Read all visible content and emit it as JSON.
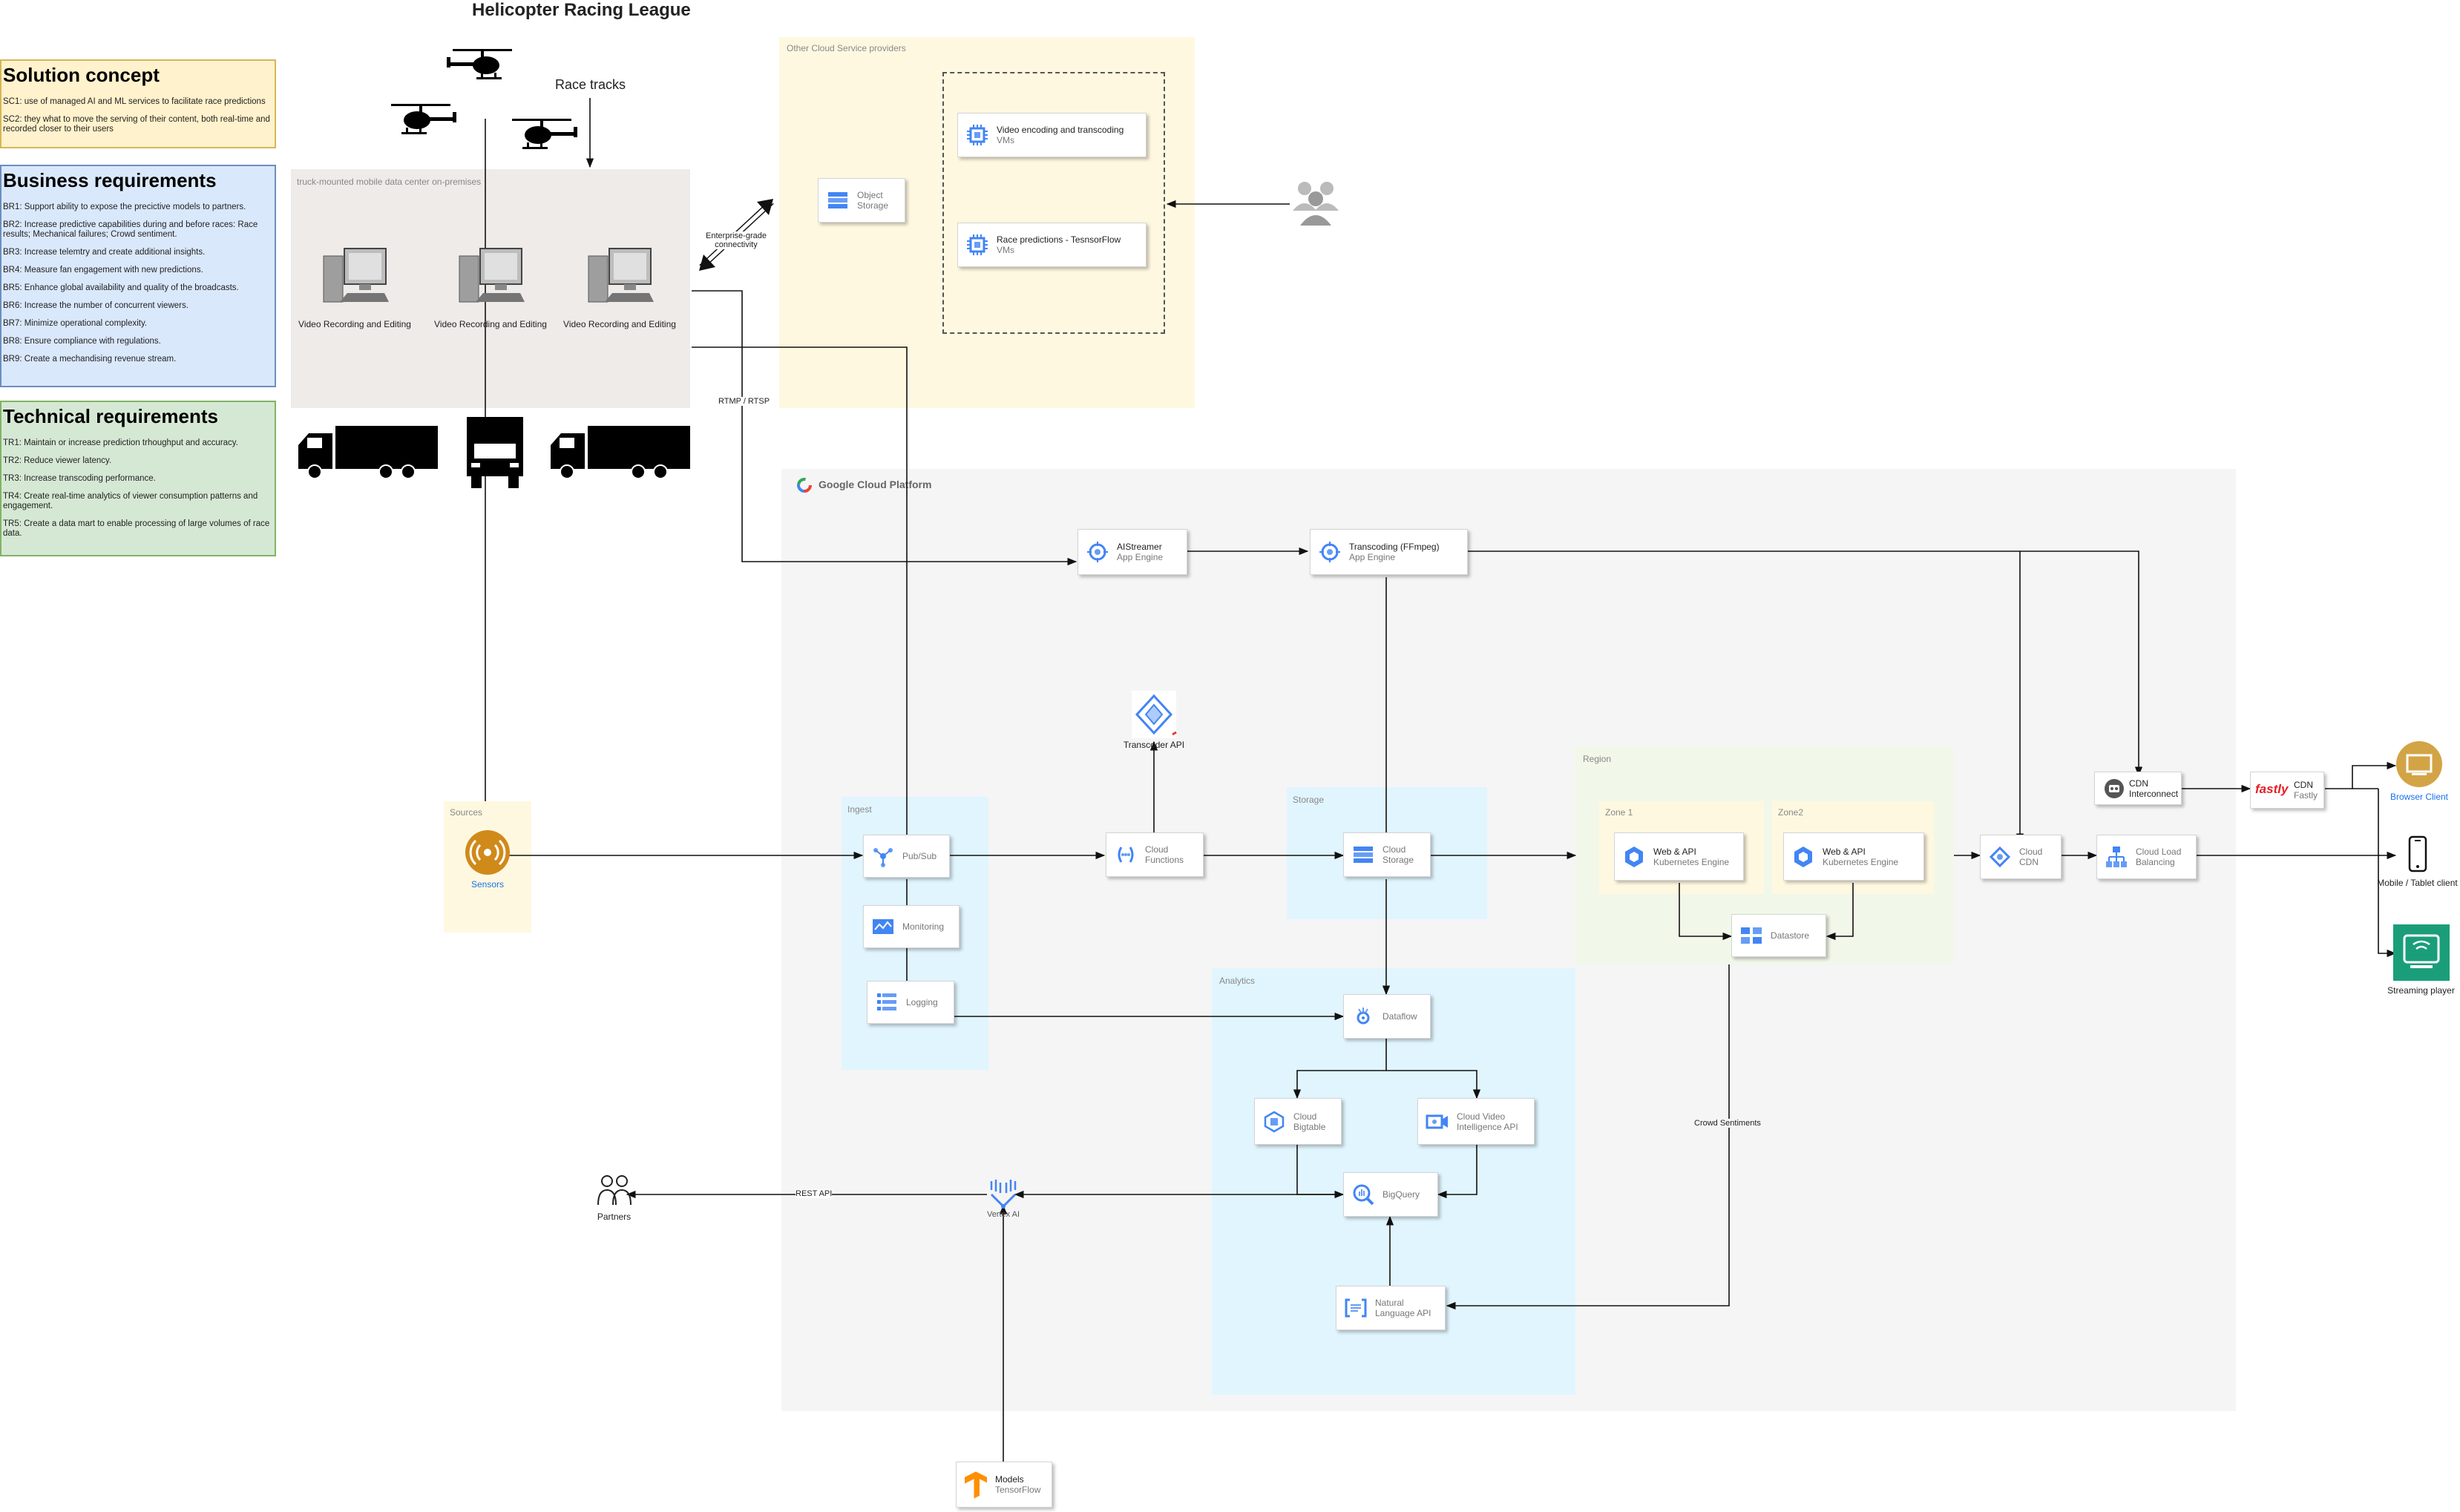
{
  "title": "Helicopter Racing League",
  "race_tracks": "Race tracks",
  "notes": {
    "solution": {
      "heading": "Solution concept",
      "items": [
        "SC1: use of managed AI and ML services to facilitate race predictions",
        "SC2: they what to move the serving of their content, both real-time and recorded closer to their users"
      ]
    },
    "business": {
      "heading": "Business requirements",
      "items": [
        "BR1: Support ability to expose the precictive models to partners.",
        "BR2: Increase predictive capabilities during and before races:  Race results; Mechanical failures; Crowd sentiment.",
        "BR3: Increase telemtry and create additional insights.",
        "BR4: Measure fan engagement with new predictions.",
        "BR5: Enhance global availability and quality of the broadcasts.",
        "BR6: Increase the number of concurrent viewers.",
        "BR7: Minimize operational complexity.",
        "BR8: Ensure compliance with regulations.",
        "BR9: Create a mechandising revenue stream."
      ]
    },
    "technical": {
      "heading": "Technical requirements",
      "items": [
        "TR1: Maintain or increase prediction trhoughput and accuracy.",
        "TR2: Reduce viewer latency.",
        "TR3: Increase transcoding performance.",
        "TR4: Create real-time analytics of viewer consumption patterns and engagement.",
        "TR5: Create a data mart to enable processing of large volumes of race data."
      ]
    }
  },
  "onprem": {
    "label": "truck-mounted mobile data center on-premises",
    "computers": [
      "Video Recording and Editing",
      "Video Recording and Editing",
      "Video Recording and Editing"
    ]
  },
  "links": {
    "enterprise": "Enterprise-grade connectivity",
    "rtmp": "RTMP / RTSP",
    "crowd": "Crowd Sentiments",
    "rest": "REST API"
  },
  "other_cloud": {
    "label": "Other Cloud Service providers",
    "object_storage": {
      "name": "Object",
      "sub": "Storage"
    },
    "encoding": {
      "name": "Video encoding and transcoding",
      "sub": "VMs"
    },
    "predictions": {
      "name": "Race predictions - TesnsorFlow",
      "sub": "VMs"
    }
  },
  "gcp": {
    "label": "Google Cloud Platform"
  },
  "sources": {
    "label": "Sources",
    "sensors": "Sensors"
  },
  "ingest": {
    "label": "Ingest",
    "pubsub": "Pub/Sub",
    "monitoring": "Monitoring",
    "logging": "Logging"
  },
  "storage": {
    "label": "Storage",
    "cloud_storage": {
      "name": "Cloud",
      "sub": "Storage"
    }
  },
  "analytics": {
    "label": "Analytics",
    "dataflow": "Dataflow",
    "bigtable": {
      "name": "Cloud",
      "sub": "Bigtable"
    },
    "video_intel": {
      "name": "Cloud Video",
      "sub": "Intelligence API"
    },
    "bigquery": "BigQuery",
    "nlp": {
      "name": "Natural",
      "sub": "Language API"
    }
  },
  "region": {
    "label": "Region",
    "zone1": "Zone 1",
    "zone2": "Zone2",
    "web1": {
      "name": "Web & API",
      "sub": "Kubernetes Engine"
    },
    "web2": {
      "name": "Web & API",
      "sub": "Kubernetes Engine"
    },
    "datastore": "Datastore"
  },
  "services": {
    "aistreamer": {
      "name": "AIStreamer",
      "sub": "App Engine"
    },
    "transcoding": {
      "name": "Transcoding (FFmpeg)",
      "sub": "App Engine"
    },
    "transcoder_api": "Transcoder API",
    "functions": {
      "name": "Cloud",
      "sub": "Functions"
    },
    "cdn": {
      "name": "Cloud",
      "sub": "CDN"
    },
    "lb": {
      "name": "Cloud Load",
      "sub": "Balancing"
    },
    "interconnect": {
      "name": "CDN",
      "sub": "Interconnect"
    },
    "fastly": {
      "name": "CDN",
      "sub": "Fastly",
      "logo": "fastly"
    },
    "vertex": "Vertex AI",
    "models": {
      "name": "Models",
      "sub": "TensorFlow"
    }
  },
  "clients": {
    "browser": "Browser Client",
    "mobile": "Mobile / Tablet client",
    "streaming": "Streaming player"
  },
  "partners": "Partners",
  "colors": {
    "solution_bg": "#fff2cc",
    "solution_border": "#d6b656",
    "business_bg": "#dae8fc",
    "business_border": "#6c8ebf",
    "technical_bg": "#d5e8d4",
    "technical_border": "#82b366",
    "gcp_bg": "#f5f5f5",
    "blue_zone": "#e1f5fe",
    "region_bg": "#f1f8e9",
    "zone_bg": "#fff8e1",
    "accent": "#4285f4",
    "sensor": "#d08a1a"
  }
}
